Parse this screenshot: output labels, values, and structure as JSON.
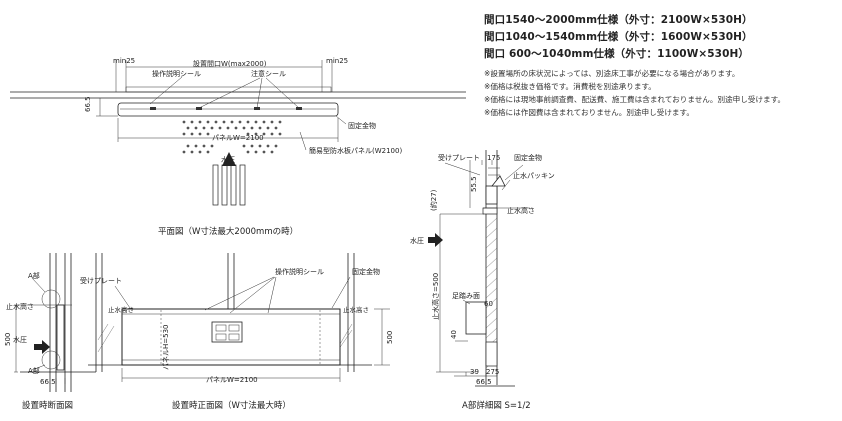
{
  "specs": [
    "間口1540〜2000mm仕様（外寸：2100W×530H）",
    "間口1040〜1540mm仕様（外寸：1600W×530H）",
    "間口 600〜1040mm仕様（外寸：1100W×530H）"
  ],
  "notes": [
    "※設置場所の床状況によっては、別途床工事が必要になる場合があります。",
    "※価格は税抜き価格です。消費税を別途承ります。",
    "※価格には現地事前調査費、配送費、施工費は含まれておりません。別途申し受けます。",
    "※価格には作図費は含まれておりません。別途申し受けます。"
  ],
  "plan": {
    "min_left": "min25",
    "min_right": "min25",
    "opening": "設置間口W(max2000)",
    "op_seal": "操作説明シール",
    "caution_seal": "注意シール",
    "dim_665": "66.5",
    "fixture": "固定金物",
    "panel_w": "パネルW=2100",
    "water_pressure": "水圧",
    "panel_name": "簡易型防水板パネル(W2100)",
    "caption": "平面図（W寸法最大2000mmの時）"
  },
  "section": {
    "label_a_top": "A部",
    "stop_height": "止水高さ",
    "dim_500": "500",
    "water_pressure": "水圧",
    "label_a_bottom": "A部",
    "dim_665": "66.5",
    "caption": "設置時断面図"
  },
  "front": {
    "receive_plate": "受けプレート",
    "op_seal": "操作説明シール",
    "fixture": "固定金物",
    "stop_height_left": "止水高さ",
    "stop_height_right": "止水高さ",
    "dim_500": "500",
    "panel_h": "パネルH=530",
    "panel_w": "パネルW=2100",
    "caption": "設置時正面図（W寸法最大時）"
  },
  "detail": {
    "receive_plate": "受けプレート",
    "dim_175": "175",
    "fixture": "固定金物",
    "packing": "止水パッキン",
    "dim_555": "55.5",
    "approx": "(約27)",
    "stop_height": "止水高さ",
    "water_pressure": "水圧",
    "stop_height_500": "止水高さ=500",
    "foot_face": "足踏み面",
    "dim_60": "60",
    "dim_40": "40",
    "dim_39": "39",
    "dim_275": "275",
    "dim_665": "66.5",
    "caption": "A部詳細図  S=1/2"
  }
}
